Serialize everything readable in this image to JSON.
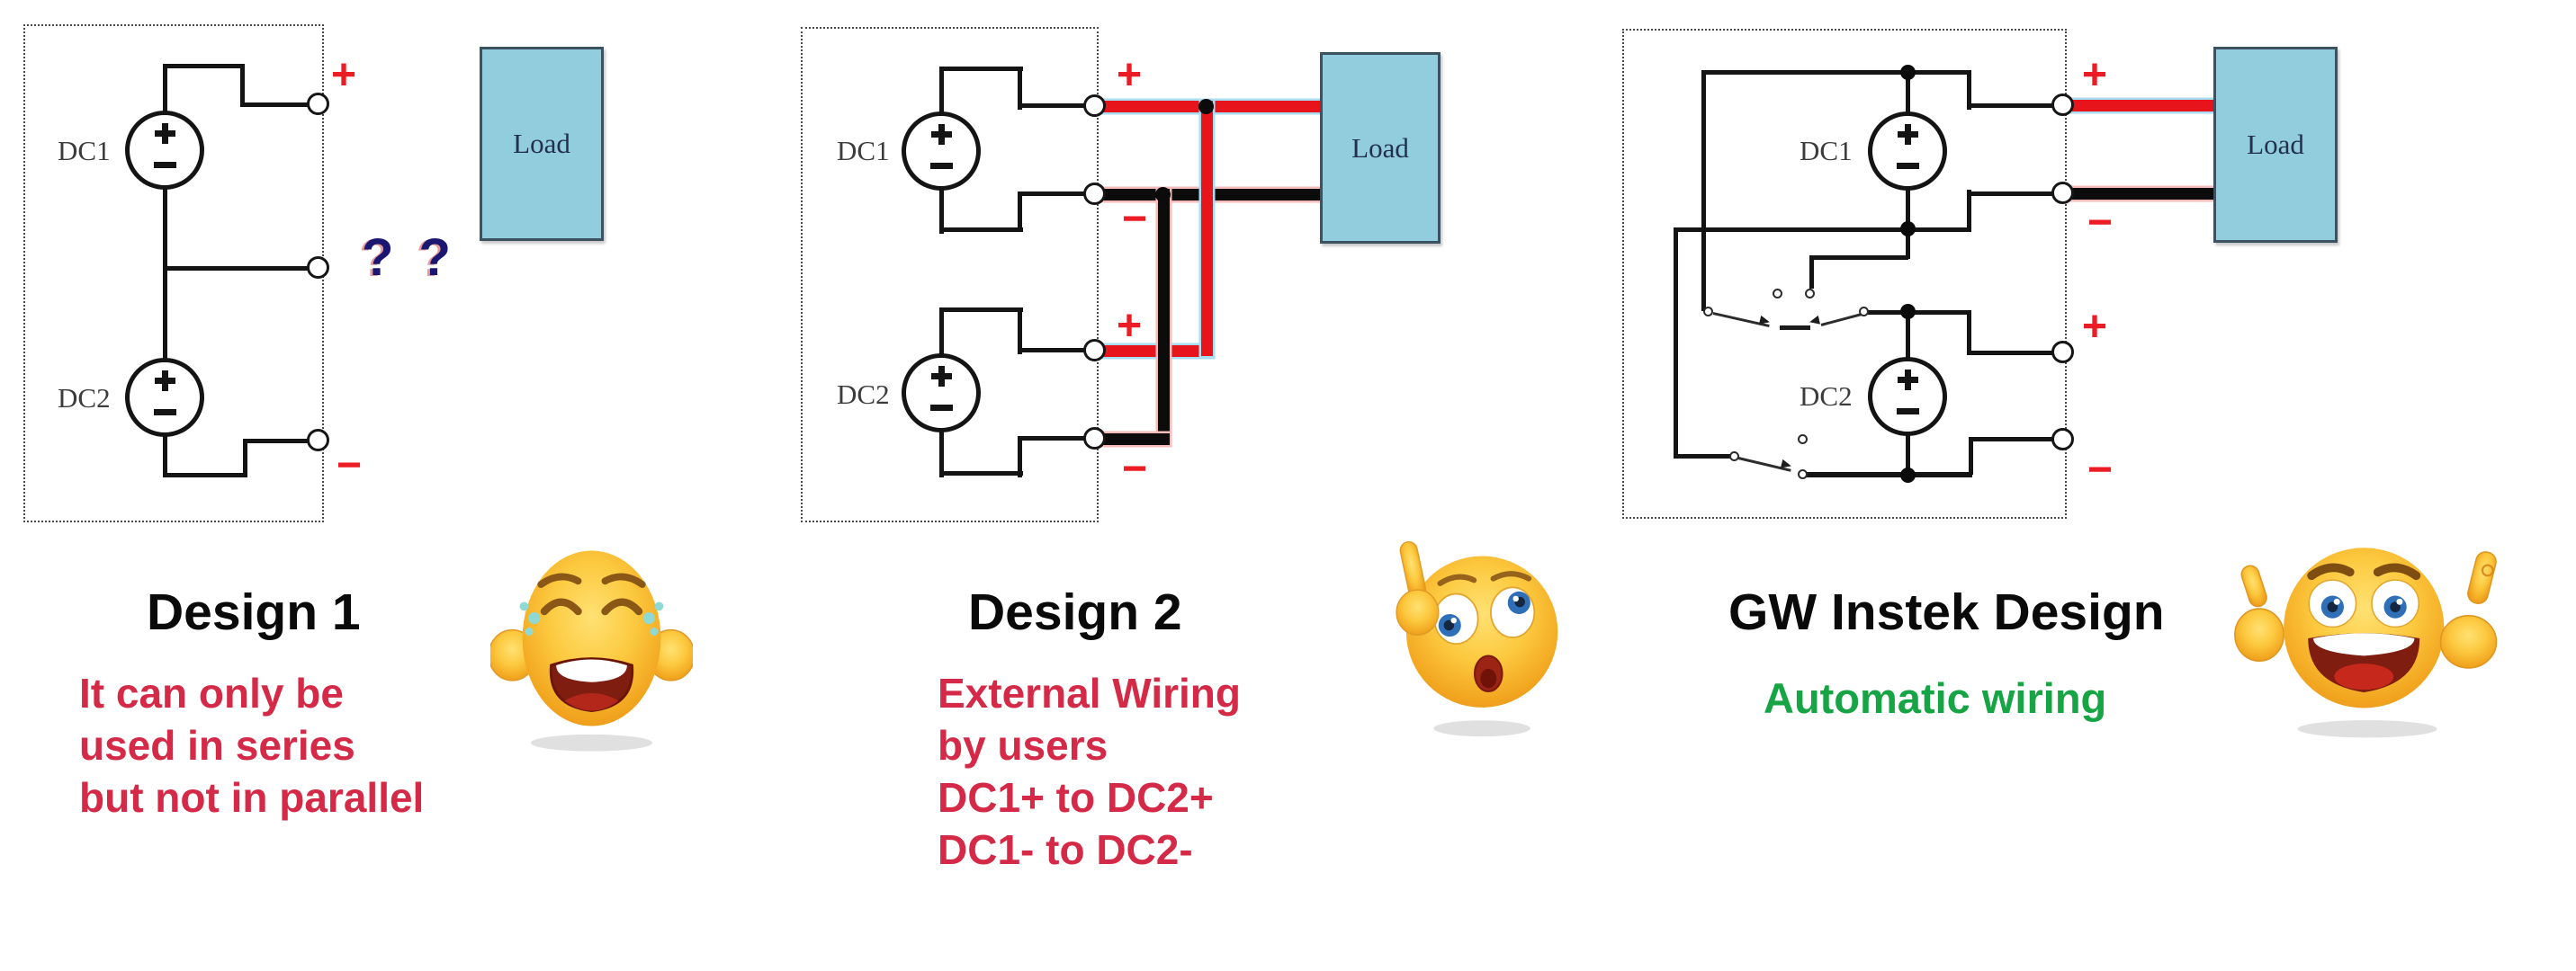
{
  "designs": [
    {
      "title": "Design 1",
      "dc1": "DC1",
      "dc2": "DC2",
      "load": "Load",
      "question_marks": "? ?",
      "terminal_labels": [
        "+",
        "−"
      ],
      "note_lines": [
        "It can only be",
        "used in series",
        "but not in parallel"
      ],
      "emoji": "crying-face"
    },
    {
      "title": "Design 2",
      "dc1": "DC1",
      "dc2": "DC2",
      "load": "Load",
      "terminal_labels": [
        "+",
        "−",
        "+",
        "−"
      ],
      "note_lines": [
        "External Wiring",
        "by users",
        "DC1+ to DC2+",
        "DC1- to DC2-"
      ],
      "emoji": "surprised-thinking-face"
    },
    {
      "title": "GW Instek Design",
      "dc1": "DC1",
      "dc2": "DC2",
      "load": "Load",
      "terminal_labels": [
        "+",
        "−",
        "+",
        "−"
      ],
      "note_lines": [
        "Automatic wiring"
      ],
      "emoji": "double-thumbs-up-face"
    }
  ],
  "colors": {
    "note_red": "#d42a47",
    "note_green": "#17a444",
    "terminal_red": "#ec1c24",
    "wire_red": "#e8141c",
    "wire_black": "#0c0c0c",
    "load_fill": "#92cddd",
    "load_border": "#3d5260"
  }
}
